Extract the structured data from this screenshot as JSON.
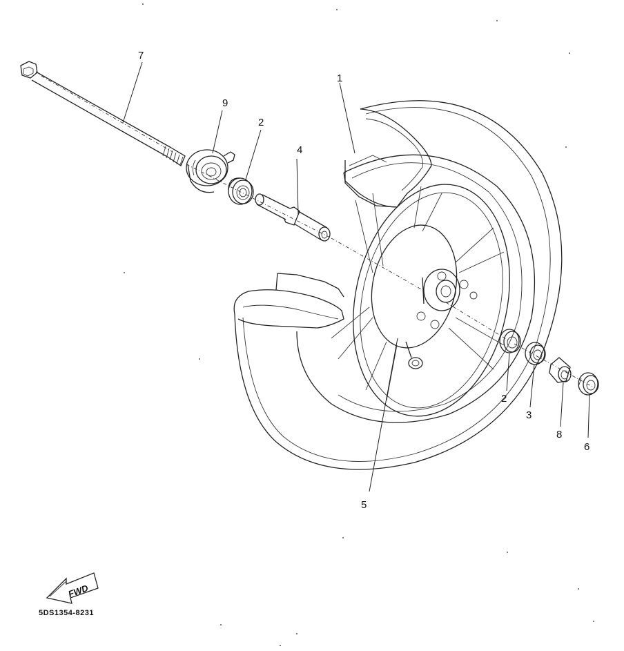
{
  "diagram": {
    "callouts": [
      {
        "id": "1",
        "label": "1"
      },
      {
        "id": "2a",
        "label": "2"
      },
      {
        "id": "2b",
        "label": "2"
      },
      {
        "id": "3",
        "label": "3"
      },
      {
        "id": "4",
        "label": "4"
      },
      {
        "id": "5",
        "label": "5"
      },
      {
        "id": "6",
        "label": "6"
      },
      {
        "id": "7",
        "label": "7"
      },
      {
        "id": "8",
        "label": "8"
      },
      {
        "id": "9",
        "label": "9"
      }
    ],
    "direction_arrow_label": "FWD",
    "drawing_code": "5DS1354-8231"
  }
}
